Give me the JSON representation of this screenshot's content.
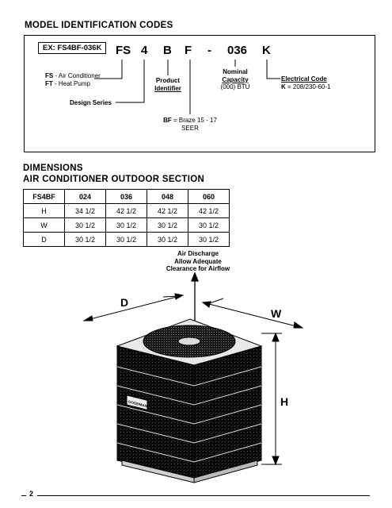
{
  "model_section": {
    "heading": "MODEL IDENTIFICATION CODES",
    "example": "EX: FS4BF-036K",
    "codes": [
      "FS",
      "4",
      "B",
      "F",
      "-",
      "036",
      "K"
    ],
    "series_label_1_code": "FS",
    "series_label_1_text": " - Air Conditioner",
    "series_label_2_code": "FT",
    "series_label_2_text": " - Heat Pump",
    "design_series": "Design Series",
    "product_identifier_1": "Product",
    "product_identifier_2": "Identifier",
    "braze_code": "BF",
    "braze_text": " = Braze 15 - 17",
    "braze_text_2": "SEER",
    "capacity_1": "Nominal",
    "capacity_2": "Capacity",
    "capacity_3": "(000) BTU",
    "electrical_1": "Electrical Code",
    "electrical_2_code": "K",
    "electrical_2_text": " = 208/230-60-1"
  },
  "dimensions": {
    "heading_1": "DIMENSIONS",
    "heading_2": "AIR CONDITIONER OUTDOOR SECTION",
    "columns": [
      "FS4BF",
      "024",
      "036",
      "048",
      "060"
    ],
    "rows": [
      [
        "H",
        "34 1/2",
        "42 1/2",
        "42 1/2",
        "42 1/2"
      ],
      [
        "W",
        "30 1/2",
        "30 1/2",
        "30 1/2",
        "30 1/2"
      ],
      [
        "D",
        "30 1/2",
        "30 1/2",
        "30 1/2",
        "30 1/2"
      ]
    ]
  },
  "diagram": {
    "airflow_1": "Air Discharge",
    "airflow_2": "Allow Adequate",
    "airflow_3": "Clearance for Airflow",
    "label_d": "D",
    "label_w": "W",
    "label_h": "H",
    "badge": "GOODMAN"
  },
  "footer": {
    "page_number": "2"
  }
}
